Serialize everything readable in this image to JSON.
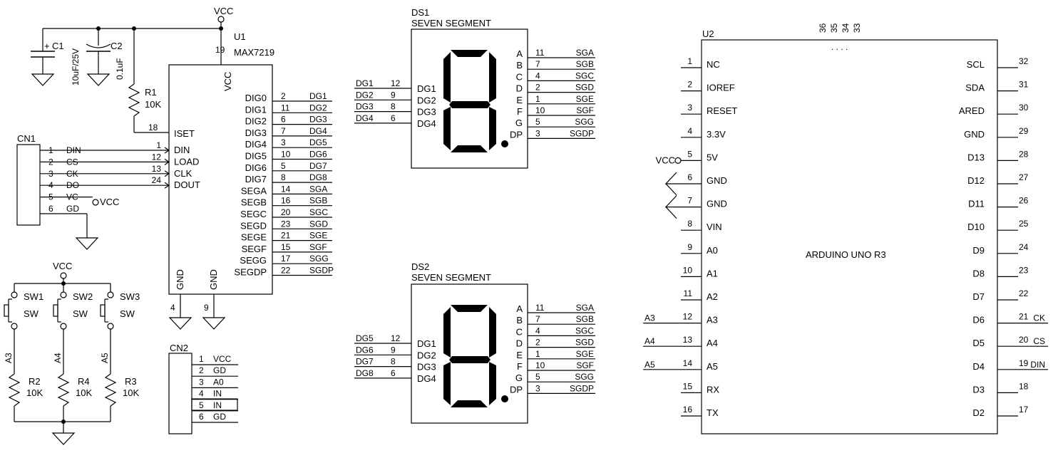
{
  "power": {
    "vcc": "VCC"
  },
  "u1": {
    "ref": "U1",
    "part": "MAX7219",
    "vcc_pin": "19",
    "vcc_label": "VCC",
    "iset_pin": "18",
    "iset_label": "ISET",
    "left_pins": [
      {
        "num": "1",
        "name": "DIN"
      },
      {
        "num": "12",
        "name": "LOAD"
      },
      {
        "num": "13",
        "name": "CLK"
      },
      {
        "num": "24",
        "name": "DOUT"
      }
    ],
    "gnd_pins": [
      {
        "num": "4",
        "name": "GND"
      },
      {
        "num": "9",
        "name": "GND"
      }
    ],
    "right_pins": [
      {
        "name": "DIG0",
        "num": "2",
        "net": "DG1"
      },
      {
        "name": "DIG1",
        "num": "11",
        "net": "DG2"
      },
      {
        "name": "DIG2",
        "num": "6",
        "net": "DG3"
      },
      {
        "name": "DIG3",
        "num": "7",
        "net": "DG4"
      },
      {
        "name": "DIG4",
        "num": "3",
        "net": "DG5"
      },
      {
        "name": "DIG5",
        "num": "10",
        "net": "DG6"
      },
      {
        "name": "DIG6",
        "num": "5",
        "net": "DG7"
      },
      {
        "name": "DIG7",
        "num": "8",
        "net": "DG8"
      },
      {
        "name": "SEGA",
        "num": "14",
        "net": "SGA"
      },
      {
        "name": "SEGB",
        "num": "16",
        "net": "SGB"
      },
      {
        "name": "SEGC",
        "num": "20",
        "net": "SGC"
      },
      {
        "name": "SEGD",
        "num": "23",
        "net": "SGD"
      },
      {
        "name": "SEGE",
        "num": "21",
        "net": "SGE"
      },
      {
        "name": "SEGF",
        "num": "15",
        "net": "SGF"
      },
      {
        "name": "SEGG",
        "num": "17",
        "net": "SGG"
      },
      {
        "name": "SEGDP",
        "num": "22",
        "net": "SGDP"
      }
    ]
  },
  "c1": {
    "ref": "C1",
    "value": "10uF/25V",
    "plus": "+"
  },
  "c2": {
    "ref": "C2",
    "value": "0.1uF"
  },
  "r1": {
    "ref": "R1",
    "value": "10K"
  },
  "cn1": {
    "ref": "CN1",
    "pins": [
      {
        "num": "1",
        "name": "DIN"
      },
      {
        "num": "2",
        "name": "CS"
      },
      {
        "num": "3",
        "name": "CK"
      },
      {
        "num": "4",
        "name": "DO"
      },
      {
        "num": "5",
        "name": "VC"
      },
      {
        "num": "6",
        "name": "GD"
      }
    ]
  },
  "cn2": {
    "ref": "CN2",
    "pins": [
      {
        "num": "1",
        "name": "VCC"
      },
      {
        "num": "2",
        "name": "GD"
      },
      {
        "num": "3",
        "name": "A0"
      },
      {
        "num": "4",
        "name": "IN"
      },
      {
        "num": "5",
        "name": "IN"
      },
      {
        "num": "6",
        "name": "GD"
      }
    ]
  },
  "switches": [
    {
      "ref": "SW1",
      "type": "SW",
      "net": "A3",
      "res": "R2",
      "value": "10K"
    },
    {
      "ref": "SW2",
      "type": "SW",
      "net": "A4",
      "res": "R4",
      "value": "10K"
    },
    {
      "ref": "SW3",
      "type": "SW",
      "net": "A5",
      "res": "R3",
      "value": "10K"
    }
  ],
  "ds1": {
    "ref": "DS1",
    "type": "SEVEN SEGMENT",
    "left": [
      {
        "net": "DG1",
        "num": "12",
        "name": "DG1"
      },
      {
        "net": "DG2",
        "num": "9",
        "name": "DG2"
      },
      {
        "net": "DG3",
        "num": "8",
        "name": "DG3"
      },
      {
        "net": "DG4",
        "num": "6",
        "name": "DG4"
      }
    ],
    "right": [
      {
        "name": "A",
        "num": "11",
        "net": "SGA"
      },
      {
        "name": "B",
        "num": "7",
        "net": "SGB"
      },
      {
        "name": "C",
        "num": "4",
        "net": "SGC"
      },
      {
        "name": "D",
        "num": "2",
        "net": "SGD"
      },
      {
        "name": "E",
        "num": "1",
        "net": "SGE"
      },
      {
        "name": "F",
        "num": "10",
        "net": "SGF"
      },
      {
        "name": "G",
        "num": "5",
        "net": "SGG"
      },
      {
        "name": "DP",
        "num": "3",
        "net": "SGDP"
      }
    ]
  },
  "ds2": {
    "ref": "DS2",
    "type": "SEVEN SEGMENT",
    "left": [
      {
        "net": "DG5",
        "num": "12",
        "name": "DG1"
      },
      {
        "net": "DG6",
        "num": "9",
        "name": "DG2"
      },
      {
        "net": "DG7",
        "num": "8",
        "name": "DG3"
      },
      {
        "net": "DG8",
        "num": "6",
        "name": "DG4"
      }
    ],
    "right": [
      {
        "name": "A",
        "num": "11",
        "net": "SGA"
      },
      {
        "name": "B",
        "num": "7",
        "net": "SGB"
      },
      {
        "name": "C",
        "num": "4",
        "net": "SGC"
      },
      {
        "name": "D",
        "num": "2",
        "net": "SGD"
      },
      {
        "name": "E",
        "num": "1",
        "net": "SGE"
      },
      {
        "name": "F",
        "num": "10",
        "net": "SGF"
      },
      {
        "name": "G",
        "num": "5",
        "net": "SGG"
      },
      {
        "name": "DP",
        "num": "3",
        "net": "SGDP"
      }
    ]
  },
  "u2": {
    "ref": "U2",
    "part": "ARDUINO UNO R3",
    "top_pins": [
      "36",
      "35",
      "34",
      "33"
    ],
    "top_dots": ". . . .",
    "left_pins": [
      {
        "num": "1",
        "name": "NC",
        "net": ""
      },
      {
        "num": "2",
        "name": "IOREF",
        "net": ""
      },
      {
        "num": "3",
        "name": "RESET",
        "net": ""
      },
      {
        "num": "4",
        "name": "3.3V",
        "net": ""
      },
      {
        "num": "5",
        "name": "5V",
        "net": "VCC"
      },
      {
        "num": "6",
        "name": "GND",
        "net": ""
      },
      {
        "num": "7",
        "name": "GND",
        "net": ""
      },
      {
        "num": "8",
        "name": "VIN",
        "net": ""
      },
      {
        "num": "9",
        "name": "A0",
        "net": ""
      },
      {
        "num": "10",
        "name": "A1",
        "net": ""
      },
      {
        "num": "11",
        "name": "A2",
        "net": ""
      },
      {
        "num": "12",
        "name": "A3",
        "net": "A3"
      },
      {
        "num": "13",
        "name": "A4",
        "net": "A4"
      },
      {
        "num": "14",
        "name": "A5",
        "net": "A5"
      },
      {
        "num": "15",
        "name": "RX",
        "net": ""
      },
      {
        "num": "16",
        "name": "TX",
        "net": ""
      }
    ],
    "right_pins": [
      {
        "num": "32",
        "name": "SCL",
        "net": ""
      },
      {
        "num": "31",
        "name": "SDA",
        "net": ""
      },
      {
        "num": "30",
        "name": "ARED",
        "net": ""
      },
      {
        "num": "29",
        "name": "GND",
        "net": ""
      },
      {
        "num": "28",
        "name": "D13",
        "net": ""
      },
      {
        "num": "27",
        "name": "D12",
        "net": ""
      },
      {
        "num": "26",
        "name": "D11",
        "net": ""
      },
      {
        "num": "25",
        "name": "D10",
        "net": ""
      },
      {
        "num": "24",
        "name": "D9",
        "net": ""
      },
      {
        "num": "23",
        "name": "D8",
        "net": ""
      },
      {
        "num": "22",
        "name": "D7",
        "net": ""
      },
      {
        "num": "21",
        "name": "D6",
        "net": "CK"
      },
      {
        "num": "20",
        "name": "D5",
        "net": "CS"
      },
      {
        "num": "19",
        "name": "D4",
        "net": "DIN"
      },
      {
        "num": "18",
        "name": "D3",
        "net": ""
      },
      {
        "num": "17",
        "name": "D2",
        "net": ""
      }
    ]
  }
}
